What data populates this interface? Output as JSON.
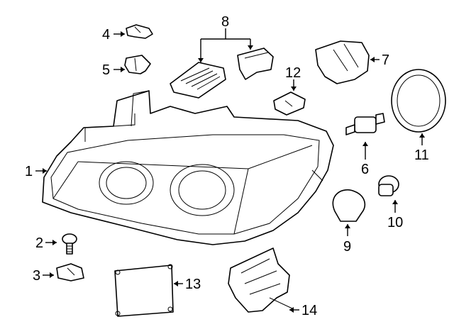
{
  "diagram": {
    "callouts": [
      {
        "id": "1",
        "text": "1"
      },
      {
        "id": "2",
        "text": "2"
      },
      {
        "id": "3",
        "text": "3"
      },
      {
        "id": "4",
        "text": "4"
      },
      {
        "id": "5",
        "text": "5"
      },
      {
        "id": "6",
        "text": "6"
      },
      {
        "id": "7",
        "text": "7"
      },
      {
        "id": "8",
        "text": "8"
      },
      {
        "id": "9",
        "text": "9"
      },
      {
        "id": "10",
        "text": "10"
      },
      {
        "id": "11",
        "text": "11"
      },
      {
        "id": "12",
        "text": "12"
      },
      {
        "id": "13",
        "text": "13"
      },
      {
        "id": "14",
        "text": "14"
      }
    ],
    "line_color": "#000000",
    "background": "#ffffff"
  }
}
